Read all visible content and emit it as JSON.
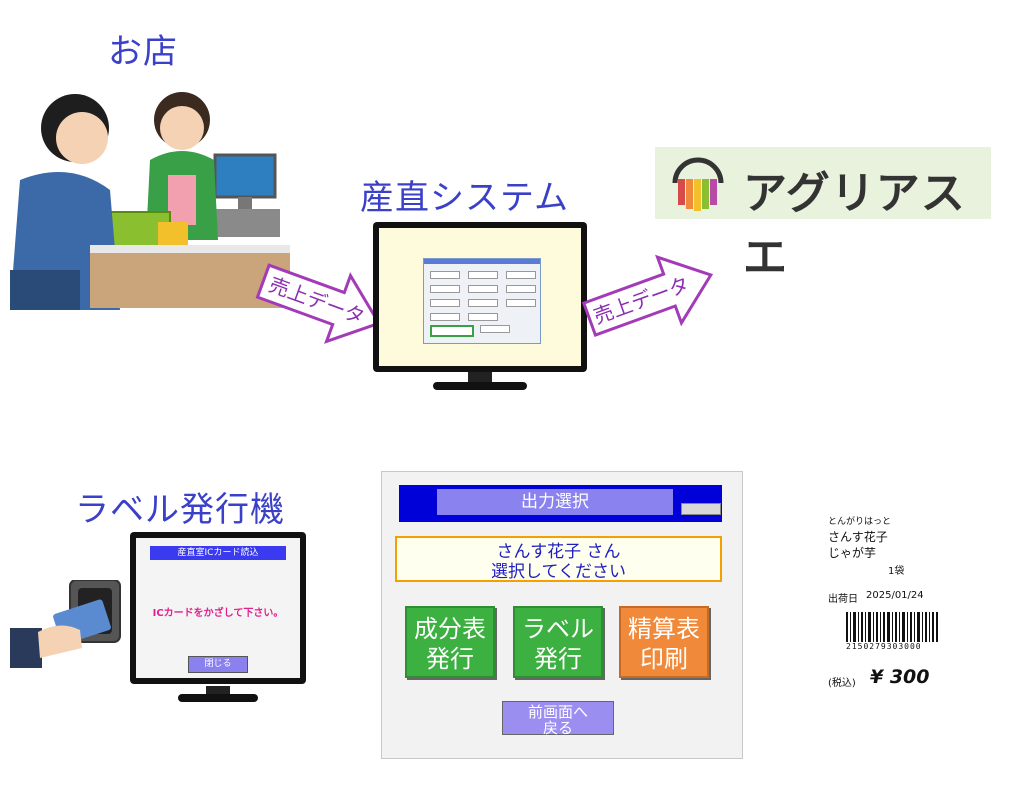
{
  "headings": {
    "shop": "お店",
    "system": "産直システム",
    "label_issuer": "ラベル発行機"
  },
  "arrows": {
    "left_text": "売上データ",
    "right_text": "売上データ"
  },
  "logo": {
    "text": "アグリアスエ"
  },
  "label_screen": {
    "title": "産直室ICカード読込",
    "message": "ICカードをかざして下さい。",
    "close_button": "閉じる"
  },
  "output_screen": {
    "title": "出力選択",
    "message_line1": "さんす花子 さん",
    "message_line2": "選択してください",
    "buttons": {
      "ingredient_line1": "成分表",
      "ingredient_line2": "発行",
      "label_line1": "ラベル",
      "label_line2": "発行",
      "settlement_line1": "精算表",
      "settlement_line2": "印刷"
    },
    "back_line1": "前画面へ",
    "back_line2": "戻る"
  },
  "receipt": {
    "ruby": "とんがりはっと",
    "producer": "さんす花子",
    "product": "じゃが芋",
    "quantity": "1袋",
    "ship_label": "出荷日",
    "ship_date": "2025/01/24",
    "barcode_digits": "2150279303000",
    "tax_label": "(税込)",
    "price": "¥ 300"
  },
  "colors": {
    "heading": "#3a40c8",
    "arrow_fill": "#ffffff",
    "arrow_stroke": "#a23bb8",
    "button_green": "#3cb040",
    "button_orange": "#f08a3a",
    "header_blue": "#0000d8"
  }
}
